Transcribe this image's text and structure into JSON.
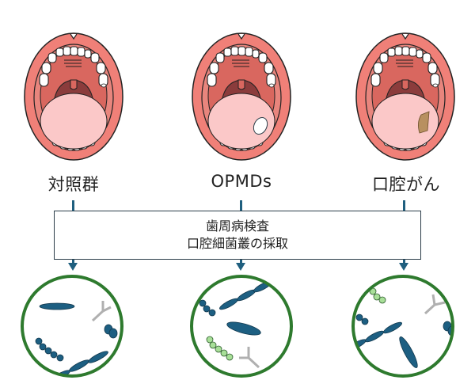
{
  "groups": [
    {
      "label": "対照群",
      "condition": "normal",
      "lesion": "none"
    },
    {
      "label": "OPMDs",
      "condition": "oral potentially malignant disorder",
      "lesion": "white-lesion"
    },
    {
      "label": "口腔がん",
      "condition": "oral cancer",
      "lesion": "tumor-lesion"
    }
  ],
  "process_box": {
    "line1": "歯周病検査",
    "line2": "口腔細菌叢の採取"
  },
  "colors": {
    "lip": "#f08078",
    "mouth_inner": "#d9675f",
    "throat": "#8b3c3c",
    "tongue": "#fbc8c8",
    "arrow": "#1f5f7f",
    "bacteria_dark": "#1d5f82",
    "bacteria_light": "#a8df98",
    "circle_border": "#2e7a2e",
    "fungus": "#b0b0b0",
    "tumor": "#b89060"
  }
}
